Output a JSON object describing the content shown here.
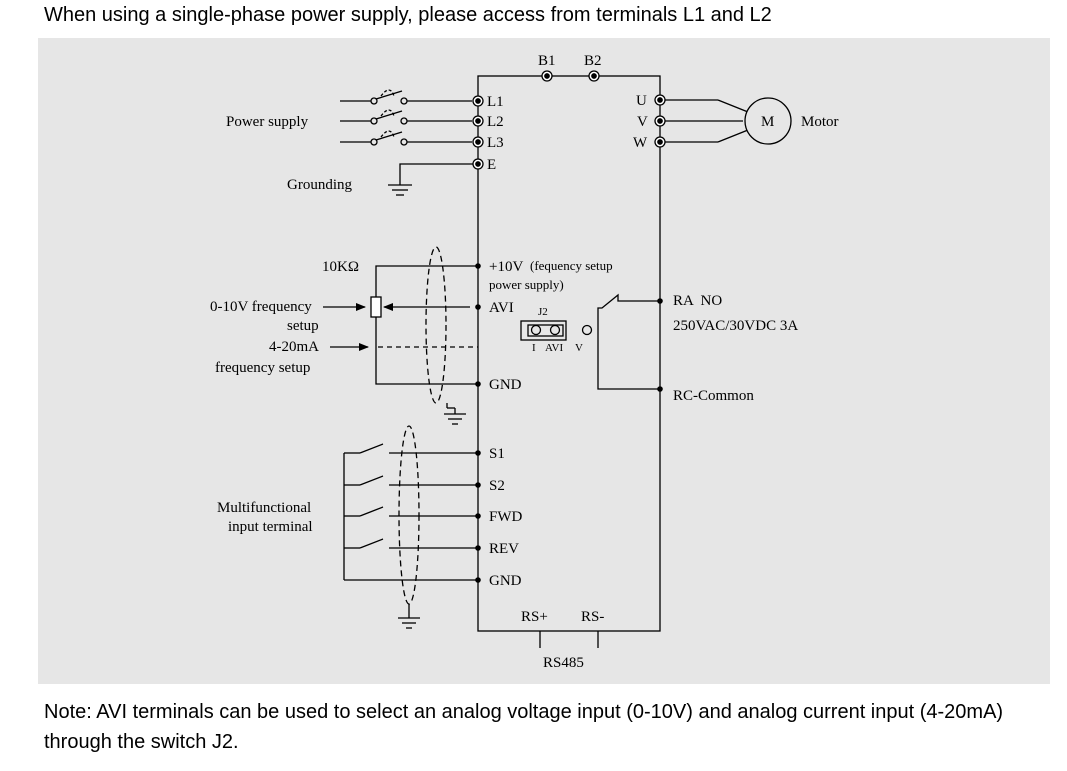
{
  "heading": "When using a single-phase power supply, please access from terminals L1 and L2",
  "note": "Note: AVI terminals can be used to select an analog voltage input (0-10V) and analog current input (4-20mA) through the switch J2.",
  "diagram": {
    "terminals": {
      "b1": "B1",
      "b2": "B2",
      "l1": "L1",
      "l2": "L2",
      "l3": "L3",
      "e": "E",
      "u": "U",
      "v": "V",
      "w": "W",
      "plus10v": "+10V",
      "plus10v_note_1": "(fequency setup",
      "plus10v_note_2": "power supply)",
      "avi": "AVI",
      "gnd_analog": "GND",
      "s1": "S1",
      "s2": "S2",
      "fwd": "FWD",
      "rev": "REV",
      "gnd_digital": "GND",
      "rs_plus": "RS+",
      "rs_minus": "RS-",
      "ra_no": "RA  NO",
      "relay_rating": "250VAC/30VDC 3A",
      "rc_common": "RC-Common"
    },
    "labels": {
      "power_supply": "Power supply",
      "grounding": "Grounding",
      "motor": "Motor",
      "motor_symbol": "M",
      "potentiometer": "10KΩ",
      "voltage_setup_1": "0-10V frequency",
      "voltage_setup_2": "setup",
      "current_setup_1": "4-20mA",
      "current_setup_2": "frequency setup",
      "multi_input_1": "Multifunctional",
      "multi_input_2": "input terminal",
      "rs485": "RS485"
    },
    "jumper": {
      "name": "J2",
      "pos_i": "I",
      "pos_avi": "AVI",
      "pos_v": "V"
    }
  }
}
